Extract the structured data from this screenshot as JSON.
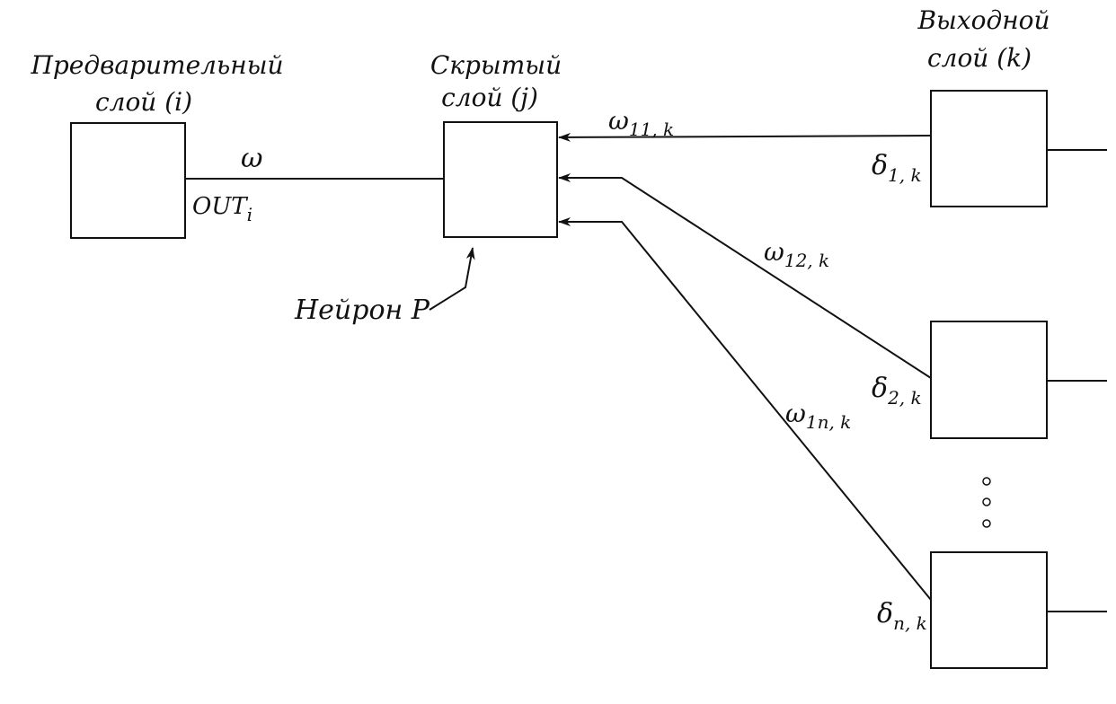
{
  "layers": {
    "previous": {
      "line1": "Предварительный",
      "line2": "слой (i)"
    },
    "hidden": {
      "line1": "Скрытый",
      "line2": "слой (j)"
    },
    "output": {
      "line1": "Выходной",
      "line2": "слой (k)"
    }
  },
  "labels": {
    "w": "ω",
    "out": "OUT",
    "out_sub": "i",
    "neuron": "Нейрон P",
    "w11": "ω",
    "w11_sub": "11, k",
    "w12": "ω",
    "w12_sub": "12, k",
    "w1n": "ω",
    "w1n_sub": "1n, k",
    "d1": "δ",
    "d1_sub": "1, k",
    "d2": "δ",
    "d2_sub": "2, k",
    "dn": "δ",
    "dn_sub": "n, k"
  },
  "colors": {
    "ink": "#111111",
    "background": "#ffffff"
  }
}
